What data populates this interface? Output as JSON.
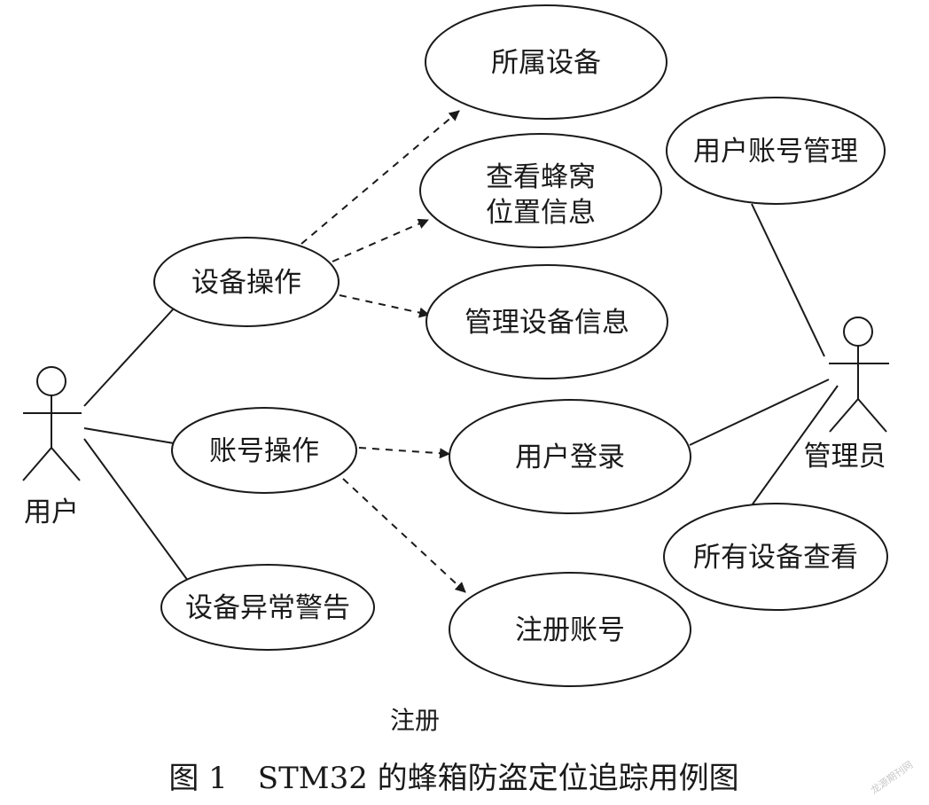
{
  "use_cases": {
    "belonging_devices": "所属设备",
    "view_hive_location_line1": "查看蜂窝",
    "view_hive_location_line2": "位置信息",
    "device_operation": "设备操作",
    "manage_device_info": "管理设备信息",
    "account_operation": "账号操作",
    "user_login": "用户登录",
    "device_abnormal_warning": "设备异常警告",
    "register_account": "注册账号",
    "user_account_management": "用户账号管理",
    "view_all_devices": "所有设备查看"
  },
  "actors": {
    "user": "用户",
    "admin": "管理员"
  },
  "note": "注册",
  "caption": "图 1　STM32 的蜂箱防盗定位追踪用例图",
  "watermark": "龙源期刊网"
}
